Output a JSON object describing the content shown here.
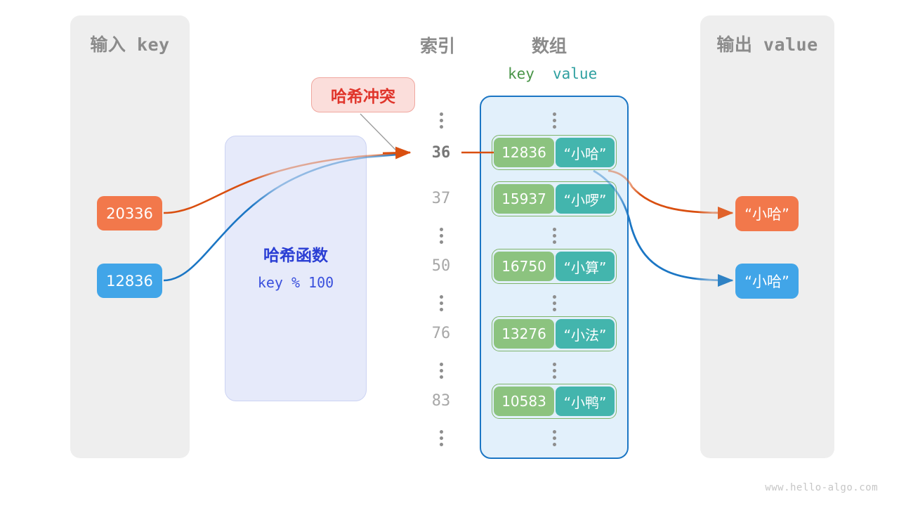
{
  "watermark": "www.hello-algo.com",
  "panels": {
    "input": {
      "title": "输入 key"
    },
    "output": {
      "title": "输出 value"
    }
  },
  "headings": {
    "index": "索引",
    "array": "数组",
    "key": "key",
    "value": "value"
  },
  "hash_function": {
    "title": "哈希函数",
    "formula": "key % 100"
  },
  "collision": {
    "label": "哈希冲突"
  },
  "input_keys": [
    {
      "value": "20336",
      "color": "#f2784b"
    },
    {
      "value": "12836",
      "color": "#41a5e8"
    }
  ],
  "output_values": [
    {
      "value": "“小哈”",
      "color": "#f2784b"
    },
    {
      "value": "“小哈”",
      "color": "#41a5e8"
    }
  ],
  "buckets": [
    {
      "index": "36",
      "key": "12836",
      "value": "“小哈”",
      "highlighted": true
    },
    {
      "index": "37",
      "key": "15937",
      "value": "“小啰”",
      "highlighted": false
    },
    {
      "index": "50",
      "key": "16750",
      "value": "“小算”",
      "highlighted": false
    },
    {
      "index": "76",
      "key": "13276",
      "value": "“小法”",
      "highlighted": false
    },
    {
      "index": "83",
      "key": "10583",
      "value": "“小鸭”",
      "highlighted": false
    }
  ],
  "colors": {
    "panel_bg": "#eeeeee",
    "array_bg": "#e2f0fb",
    "array_border": "#1b76c4",
    "bucket_border": "#7fb569",
    "cell_key_bg": "#8cc37f",
    "cell_value_bg": "#43b5ad",
    "hash_box_bg": "#e6eafa",
    "hash_text": "#2b3fd4",
    "collision_bg": "#fbdedb",
    "collision_text": "#e0352b",
    "orange": "#f2784b",
    "blue": "#41a5e8",
    "arrow_orange": "#d94f10",
    "arrow_blue": "#1b76c4",
    "muted_text": "#8b8b8b"
  }
}
